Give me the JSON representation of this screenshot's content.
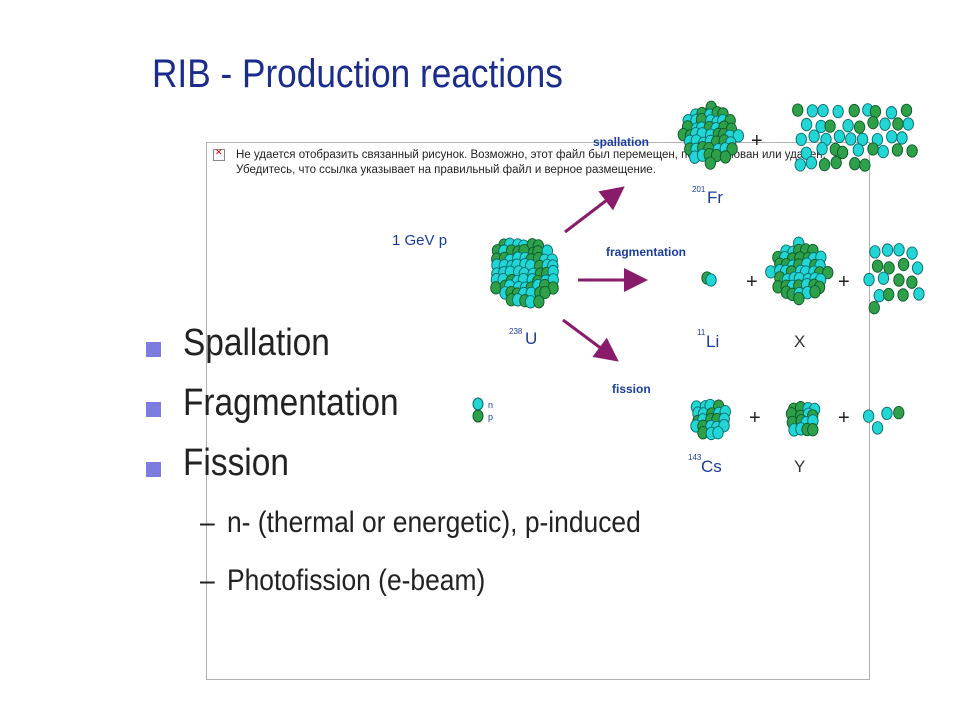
{
  "title": "RIB - Production reactions",
  "broken_image": {
    "message": "Не удается отобразить связанный рисунок. Возможно, этот файл был перемещен, переименован или удален. Убедитесь, что ссылка указывает на правильный файл и верное размещение."
  },
  "diagram": {
    "beam_label": "1 GeV p",
    "target": {
      "mass": "238",
      "symbol": "U"
    },
    "reactions": [
      {
        "name": "spallation",
        "product_mass": "201",
        "product_symbol": "Fr"
      },
      {
        "name": "fragmentation",
        "product_mass": "11",
        "product_symbol": "Li",
        "fragment": "X"
      },
      {
        "name": "fission",
        "product_mass": "143",
        "product_symbol": "Cs",
        "fragment": "Y"
      }
    ],
    "plus": "+",
    "legend": {
      "neutron": "n",
      "proton": "p"
    },
    "colors": {
      "neutron": "#22d6d6",
      "proton": "#2ea04a",
      "arrow": "#8a1a6a",
      "label": "#1a3ca0"
    }
  },
  "bullets": [
    "Spallation",
    "Fragmentation",
    "Fission"
  ],
  "sub_bullets": [
    "n- (thermal or energetic), p-induced",
    "Photofission (e-beam)"
  ],
  "sub_marker": "–"
}
